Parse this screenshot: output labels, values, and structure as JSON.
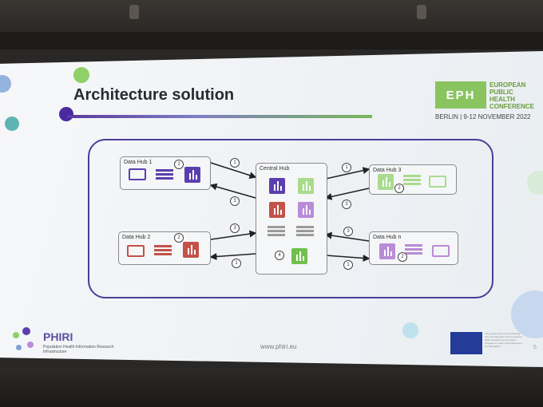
{
  "slide": {
    "title": "Architecture solution",
    "conference": {
      "logo": "EPH",
      "lines": [
        "EUROPEAN",
        "PUBLIC",
        "HEALTH",
        "CONFERENCE"
      ],
      "location": "BERLIN | 9-12 NOVEMBER 2022"
    },
    "hubs": {
      "hub1": "Data Hub 1",
      "hub2": "Data Hub 2",
      "hub3": "Data Hub 3",
      "hubn": "Data Hub n",
      "central": "Central Hub"
    },
    "step_numbers": [
      "1",
      "2",
      "3",
      "4"
    ],
    "footer": {
      "brand": "PHIRI",
      "brand_sub": "Population Health Information Research Infrastructure",
      "url": "www.phiri.eu",
      "eu_text": "This project has received funding from the European Union's Horizon 2020 research and innovation programme under grant agreement No 101018317",
      "page": "5"
    },
    "colors": {
      "purple": "#5b3fae",
      "violet": "#b98bd8",
      "green": "#6fc14c",
      "light_green": "#a9db8e",
      "red": "#c2524a",
      "grey": "#9a9a9a",
      "frame": "#4b3d98"
    }
  }
}
